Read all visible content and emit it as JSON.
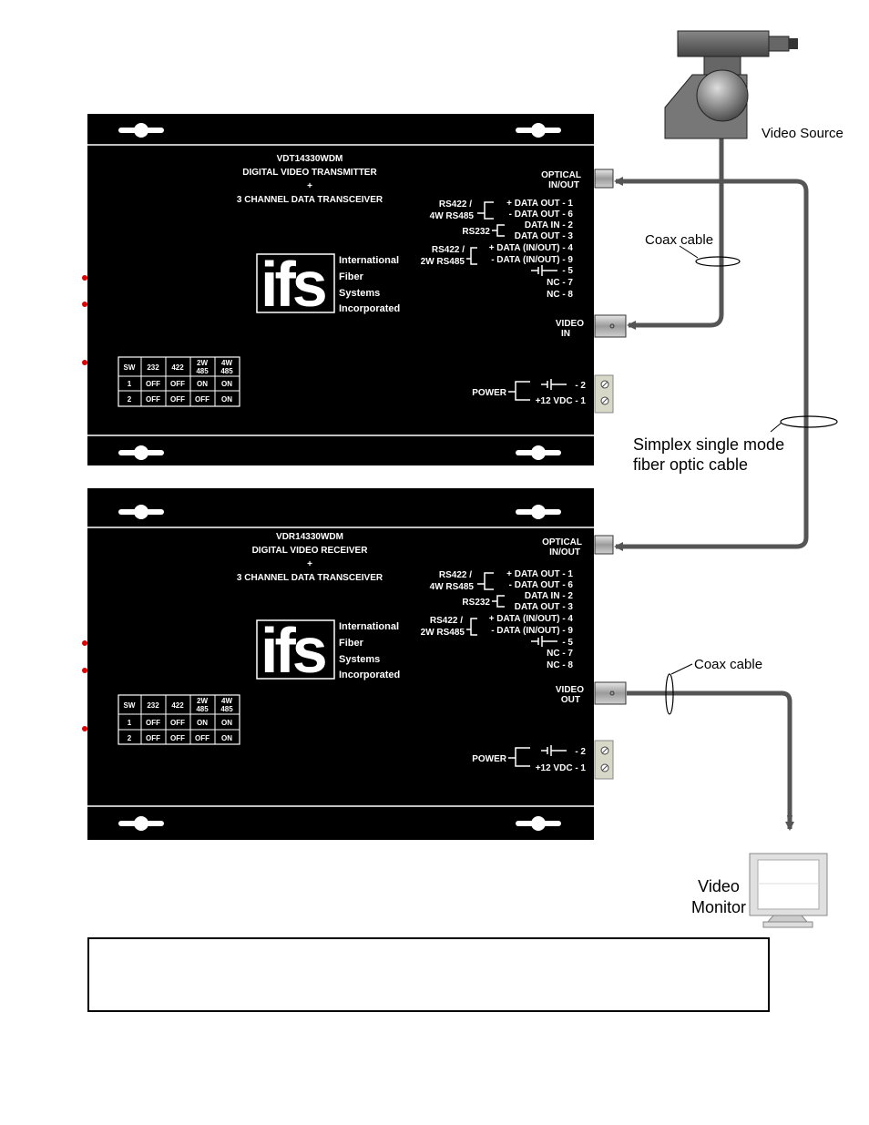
{
  "camera_label": "Video Source",
  "monitor_label": [
    "Video",
    "Monitor"
  ],
  "coax_label_top": "Coax cable",
  "coax_label_bottom": "Coax cable",
  "fiber_label": [
    "Simplex single mode",
    "fiber optic cable"
  ],
  "logo": {
    "text": "ifs",
    "lines": [
      "International",
      "Fiber",
      "Systems",
      "Incorporated"
    ]
  },
  "devices": [
    {
      "title": [
        "VDT14330WDM",
        "DIGITAL VIDEO TRANSMITTER",
        "+",
        "3 CHANNEL DATA TRANSCEIVER"
      ],
      "optical": [
        "OPTICAL",
        "IN/OUT"
      ],
      "video": [
        "VIDEO",
        "IN"
      ]
    },
    {
      "title": [
        "VDR14330WDM",
        "DIGITAL VIDEO RECEIVER",
        "+",
        "3 CHANNEL DATA TRANSCEIVER"
      ],
      "optical": [
        "OPTICAL",
        "IN/OUT"
      ],
      "video": [
        "VIDEO",
        "OUT"
      ]
    }
  ],
  "data_pins": {
    "rs422_4w": [
      "RS422 /",
      "4W RS485"
    ],
    "data_out_1": "+ DATA OUT - 1",
    "data_out_6": "- DATA OUT - 6",
    "rs232": "RS232",
    "data_in_2": "DATA IN - 2",
    "data_out_3": "DATA OUT - 3",
    "rs422_2w": [
      "RS422 /",
      "2W RS485"
    ],
    "data_inout_4": "+ DATA (IN/OUT) - 4",
    "data_inout_9": "- DATA (IN/OUT) - 9",
    "gnd_5": "- 5",
    "nc_7": "NC - 7",
    "nc_8": "NC - 8"
  },
  "power": {
    "label": "POWER",
    "pin2": "- 2",
    "pin1": "+12 VDC - 1"
  },
  "switch_table": {
    "headers": [
      "SW",
      "232",
      "422",
      "2W\n485",
      "4W\n485"
    ],
    "rows": [
      [
        "1",
        "OFF",
        "OFF",
        "ON",
        "ON"
      ],
      [
        "2",
        "OFF",
        "OFF",
        "OFF",
        "ON"
      ]
    ]
  }
}
